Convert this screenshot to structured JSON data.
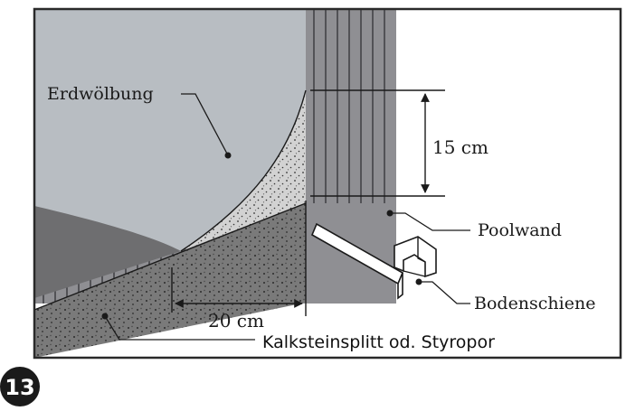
{
  "figure": {
    "badge_number": "13",
    "labels": {
      "earth_mound": "Erdwölbung",
      "pool_wall": "Poolwand",
      "bottom_rail": "Bodenschiene",
      "height_dimension": "15 cm",
      "width_dimension": "20 cm",
      "fill_material": "Kalksteinsplitt od. Styropor"
    }
  },
  "colors": {
    "frame": "#2a2a2a",
    "wall_fill": "#8f8f93",
    "wall_stripe": "#3e3e42",
    "earth_light": "#b8bdc2",
    "earth_dark": "#6e6e70",
    "gravel_fill": "#cdcdcd",
    "ground_fill": "#777777",
    "badge": "#1a1a1a"
  }
}
